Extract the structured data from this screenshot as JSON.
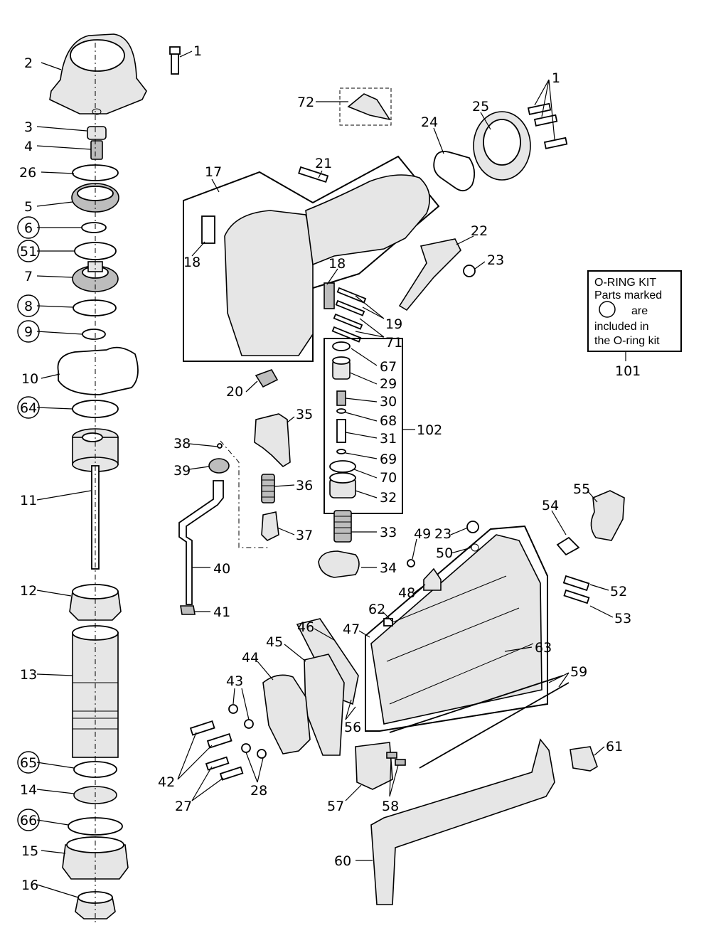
{
  "kit_box": {
    "line1": "O-RING KIT",
    "line2": "Parts marked",
    "line3": "are",
    "line4": "included in",
    "line5": "the O-ring kit",
    "ref": "101"
  },
  "group_102": {
    "ref": "102"
  },
  "callouts": {
    "p1a": "1",
    "p1b": "1",
    "p2": "2",
    "p3": "3",
    "p4": "4",
    "p26": "26",
    "p5": "5",
    "p6": "6",
    "p51": "51",
    "p7": "7",
    "p8": "8",
    "p9": "9",
    "p10": "10",
    "p64": "64",
    "p11": "11",
    "p12": "12",
    "p13": "13",
    "p65": "65",
    "p14": "14",
    "p66": "66",
    "p15": "15",
    "p16": "16",
    "p72": "72",
    "p24": "24",
    "p25": "25",
    "p17": "17",
    "p21": "21",
    "p18a": "18",
    "p18b": "18",
    "p22": "22",
    "p23a": "23",
    "p19": "19",
    "p71": "71",
    "p67": "67",
    "p29": "29",
    "p30": "30",
    "p68": "68",
    "p31": "31",
    "p69": "69",
    "p70": "70",
    "p32": "32",
    "p33": "33",
    "p34": "34",
    "p20": "20",
    "p35": "35",
    "p38": "38",
    "p39": "39",
    "p36": "36",
    "p37": "37",
    "p40": "40",
    "p41": "41",
    "p55": "55",
    "p54": "54",
    "p49": "49",
    "p23b": "23",
    "p50": "50",
    "p52": "52",
    "p53": "53",
    "p48": "48",
    "p62": "62",
    "p46": "46",
    "p47": "47",
    "p63": "63",
    "p45": "45",
    "p44": "44",
    "p43": "43",
    "p56": "56",
    "p59": "59",
    "p61": "61",
    "p42": "42",
    "p27": "27",
    "p28": "28",
    "p57": "57",
    "p58": "58",
    "p60": "60"
  }
}
